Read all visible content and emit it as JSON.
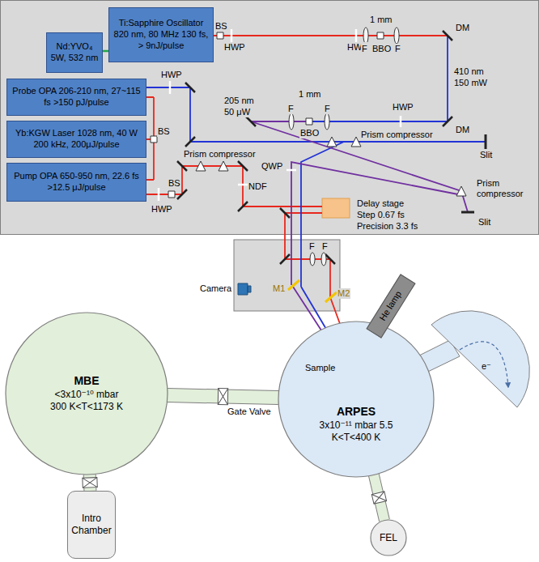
{
  "diagram": {
    "nodes": [
      {
        "text": [
          "Nd:YVO₄ 5W, 532 nm"
        ]
      },
      {
        "text": [
          "Ti:Sapphire Oscillator 820 nm, 80 MHz 130 fs, > 9nJ/pulse"
        ]
      },
      {
        "text": [
          "Probe OPA 206-210 nm, 27~115 fs >150 pJ/pulse"
        ]
      },
      {
        "text": [
          "Yb:KGW Laser 1028 nm, 40 W 200 kHz, 200μJ/pulse"
        ]
      },
      {
        "text": [
          "Pump OPA 650-950 nm, 22.6 fs >12.5 μJ/pulse"
        ]
      },
      {
        "text": [
          "He lamp"
        ]
      },
      {
        "text": [
          "MBE",
          "<3x10⁻¹⁰ mbar 300 K<T<1173 K"
        ]
      },
      {
        "text": [
          "ARPES",
          "3x10⁻¹¹ mbar 5.5 K<T<400 K"
        ]
      },
      {
        "text": [
          "Intro Chamber"
        ]
      },
      {
        "text": [
          "FEL"
        ]
      }
    ],
    "edges": [
      {
        "from": 6,
        "to": 7,
        "arrow": "none"
      },
      {
        "from": 6,
        "to": 8,
        "arrow": "none"
      },
      {
        "from": 7,
        "to": 9,
        "arrow": "none"
      }
    ],
    "labels": [
      "BS",
      "HWP",
      "HWP",
      "1 mm",
      "BBO",
      "F",
      "F",
      "DM",
      "410 nm",
      "150 mW",
      "DM",
      "F",
      "1 mm",
      "BBO",
      "F",
      "HWP",
      "205 nm",
      "50 μW",
      "HWP",
      "Prism compressor",
      "Slit",
      "BS",
      "Prism compressor",
      "NDF",
      "QWP",
      "Prism compressor",
      "Slit",
      "Delay stage",
      "Step 0.67 fs",
      "Precision 3.3 fs",
      "BS",
      "HWP",
      "F",
      "F",
      "M1",
      "M2",
      "Camera",
      "Gate Valve",
      "Sample",
      "e⁻"
    ]
  }
}
